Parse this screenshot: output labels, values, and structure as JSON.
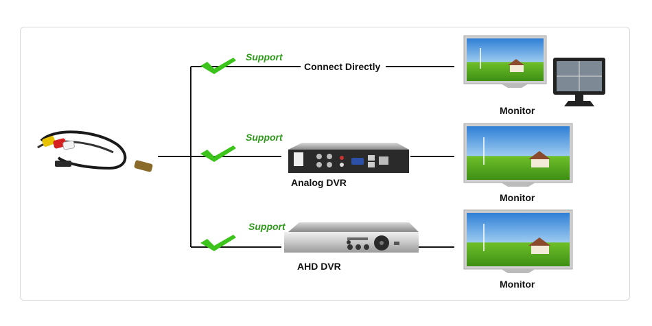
{
  "branches": [
    {
      "support_text": "Support",
      "connection_label": "Connect Directly",
      "device_label": "",
      "monitor_label": "Monitor"
    },
    {
      "support_text": "Support",
      "connection_label": "",
      "device_label": "Analog DVR",
      "monitor_label": "Monitor"
    },
    {
      "support_text": "Support",
      "connection_label": "",
      "device_label": "AHD DVR",
      "monitor_label": "Monitor"
    }
  ],
  "colors": {
    "support_green": "#2e9a1a",
    "check_green": "#3cc41c",
    "line": "#111111",
    "panel_border": "#d9d9d9"
  },
  "icons": [
    "camera-cable-icon",
    "check-icon",
    "analog-dvr-icon",
    "ahd-dvr-icon",
    "monitor-icon",
    "small-monitor-icon"
  ]
}
